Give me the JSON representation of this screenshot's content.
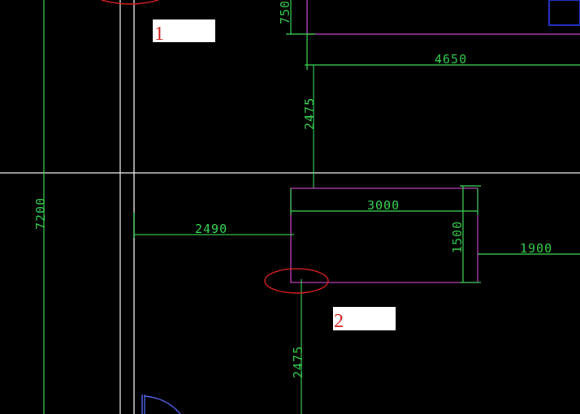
{
  "drawing": {
    "dimensions": {
      "d_750": "750",
      "d_4650": "4650",
      "d_2475_top": "2475",
      "d_3000": "3000",
      "d_1500": "1500",
      "d_1900": "1900",
      "d_2490": "2490",
      "d_7200": "7200",
      "d_2475_bottom": "2475"
    },
    "labels": {
      "label_1": "1",
      "label_2": "2"
    },
    "colors": {
      "background": "#000000",
      "dimension": "#39d353",
      "wall": "#ffffff",
      "outline": "#c040c0",
      "marker": "#d02020",
      "label_box": "#ffffff",
      "blue": "#2030c0"
    }
  }
}
